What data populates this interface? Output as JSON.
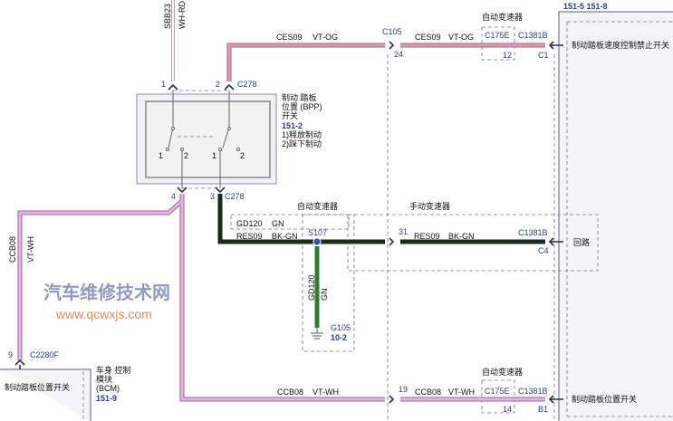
{
  "top_wire": {
    "circuit": "SBB23",
    "color": "WH-RD"
  },
  "bpp_switch": {
    "name_line1": "制动 踏板",
    "name_line2": "位置 (BPP)",
    "name_line3": "开关",
    "ref": "151-2",
    "note1": "1)释放制动",
    "note2": "2)踩下制动",
    "pin_top_left": "1",
    "pin_top_right": "2",
    "connector_top": "C278",
    "pin_bottom_left": "4",
    "pin_bottom_right": "3",
    "connector_bottom": "C278",
    "contact_1a": "1",
    "contact_2a": "2",
    "contact_1b": "1",
    "contact_2b": "2"
  },
  "ces_wire": {
    "circuit": "CES09",
    "color": "VT-OG",
    "inline_connector": "C105",
    "inline_pin": "24",
    "circuit2": "CES09",
    "color2": "VT-OG",
    "group_label": "自动变速器",
    "connector_a": "C175E",
    "pin_a": "12",
    "connector_b": "C1381B",
    "pin_b": "C1",
    "function": "制动踏板速度控制禁止开关"
  },
  "module_right": {
    "refs": "151-5   151-8"
  },
  "res_wire": {
    "group_label_auto": "自动变速器",
    "group_label_manual": "手动变速器",
    "gd_circuit": "GD120",
    "gd_color": "GN",
    "circuit": "RES09",
    "color": "BK-GN",
    "splice": "S107",
    "inline_pin": "31",
    "circuit2": "RES09",
    "color2": "BK-GN",
    "connector": "C1381B",
    "pin": "C4",
    "function": "回路",
    "ground_circuit": "GD120",
    "ground_color": "GN",
    "ground": "G105",
    "ground_ref": "10-2"
  },
  "ccb_wire": {
    "circuit_v": "CCB08",
    "color_v": "VT-WH",
    "pin_bcm": "9",
    "connector_bcm": "C2280F",
    "circuit": "CCB08",
    "color": "VT-WH",
    "inline_pin": "19",
    "circuit2": "CCB08",
    "color2": "VT-WH",
    "group_label": "自动变速器",
    "connector_a": "C175E",
    "pin_a": "14",
    "connector_b": "C1381B",
    "pin_b": "B1",
    "function": "制动踏板位置开关"
  },
  "bcm": {
    "function": "制动踏板位置开关",
    "name_line1": "车身 控制",
    "name_line2": "模块",
    "name_line3": "(BCM)",
    "ref": "151-9"
  },
  "watermark": {
    "title": "汽车维修技术网",
    "url": "www.qcwxjs.com"
  }
}
